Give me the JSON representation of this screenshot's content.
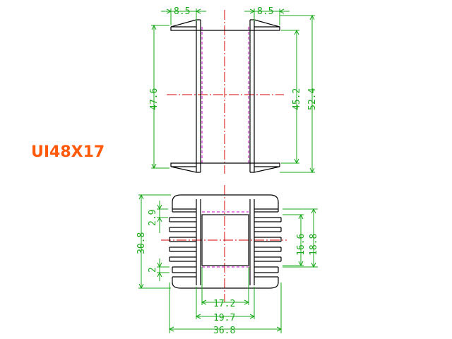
{
  "part_name": "UI48X17",
  "colors": {
    "part_name": "#ff5a0a",
    "dimension": "#1aa81a",
    "outline": "#000000",
    "centerline": "#d40000",
    "hidden_line": "#c000c0"
  },
  "top_view": {
    "flange_left": "8.5",
    "flange_right": "8.5",
    "height_left": "47.6",
    "height_inner": "45.2",
    "height_overall": "52.4"
  },
  "bottom_view": {
    "height_overall": "30.8",
    "pin_pitch_top": "2.9",
    "pin_pitch_bottom": "2",
    "window_inner": "16.6",
    "window_outer": "18.8",
    "width_inner": "17.2",
    "width_mid": "19.7",
    "width_overall": "36.8"
  }
}
